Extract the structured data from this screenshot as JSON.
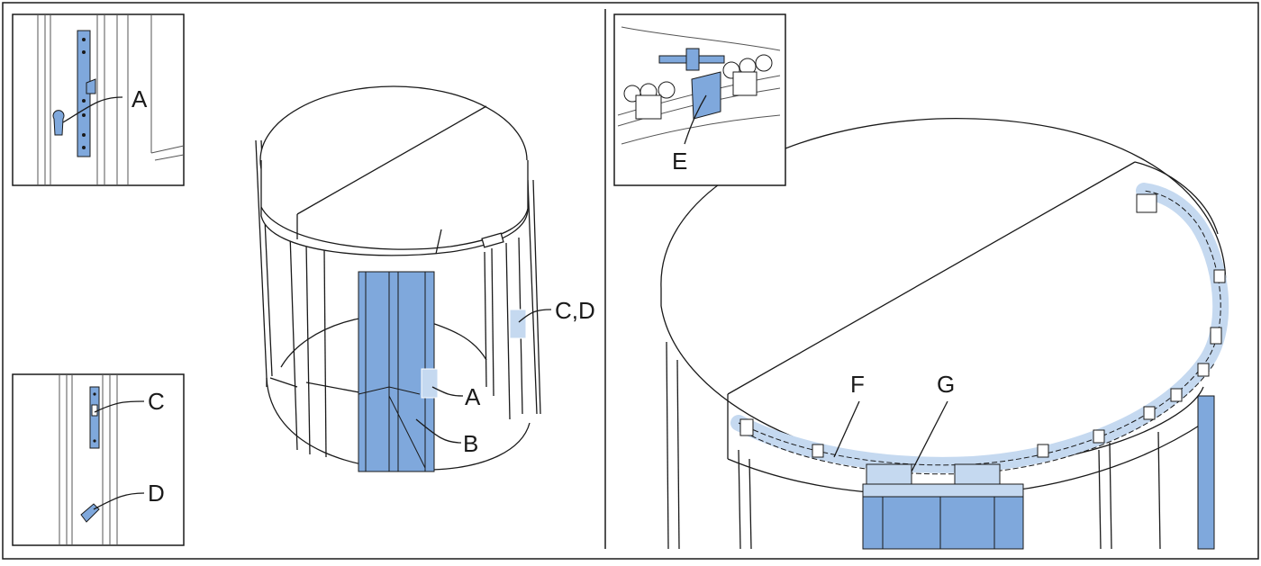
{
  "labels": {
    "a_detail": "A",
    "c_detail": "C",
    "d_detail": "D",
    "e_detail": "E",
    "cd_main": "C,D",
    "a_main": "A",
    "b_main": "B",
    "f_main": "F",
    "g_main": "G"
  },
  "colors": {
    "highlight": "#7fa8dc",
    "highlight_light": "#c5d9f0",
    "line": "#1a1a1a",
    "panel_fill": "#ffffff"
  }
}
